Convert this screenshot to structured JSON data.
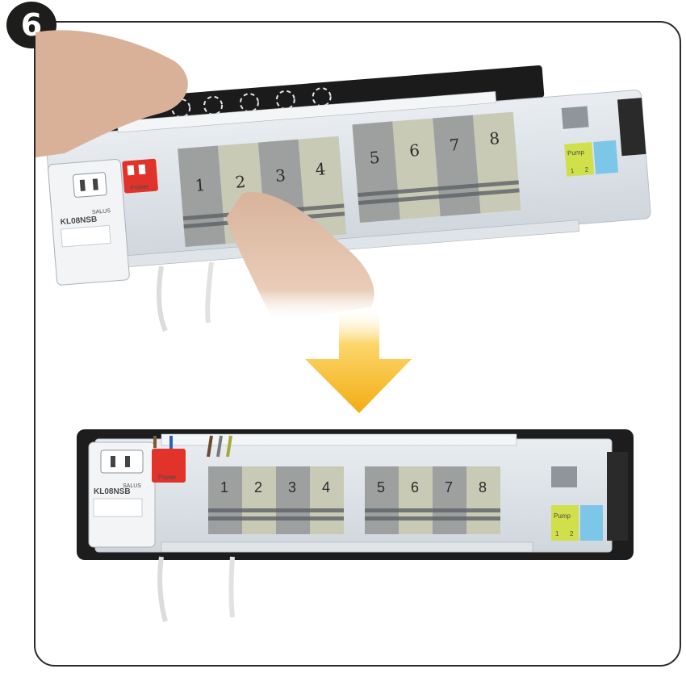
{
  "step": {
    "number": "6"
  },
  "device_top": {
    "model": "KL08NSB",
    "brand": "SALUS",
    "power_label": "Power",
    "pump_label": "Pump",
    "pump_terminals": [
      "1",
      "2"
    ],
    "zones": [
      "1",
      "2",
      "3",
      "4",
      "5",
      "6",
      "7",
      "8"
    ]
  },
  "device_bottom": {
    "model": "KL08NSB",
    "brand": "SALUS",
    "power_label": "Power",
    "pump_label": "Pump",
    "pump_terminals": [
      "1",
      "2"
    ],
    "zones": [
      "1",
      "2",
      "3",
      "4",
      "5",
      "6",
      "7",
      "8"
    ]
  },
  "colors": {
    "arrow": "#f6b81c",
    "zone_dark": "#9ea0a0",
    "zone_light": "#c8cab6",
    "power_red": "#e2332b",
    "pump_green": "#cfe04a",
    "accent_blue": "#7cc6e8"
  }
}
